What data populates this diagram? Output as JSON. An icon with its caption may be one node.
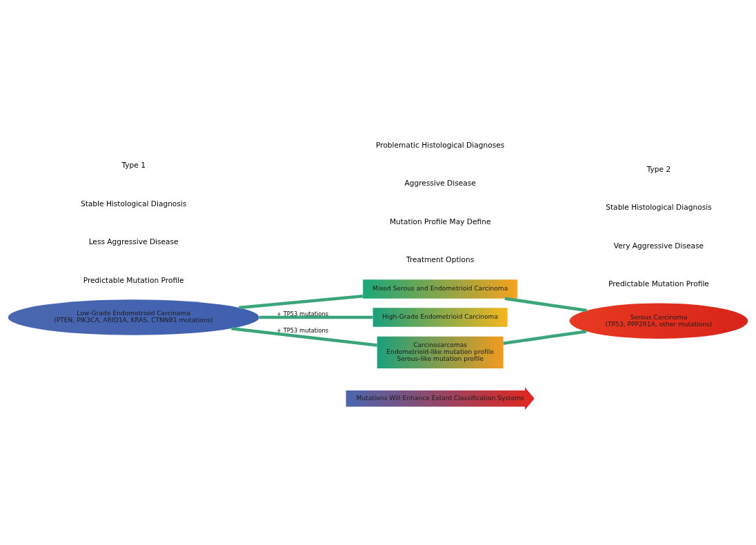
{
  "diagram": {
    "nodes": [
      {
        "text": [
          "Low-Grade Endometrioid Carcinoma",
          "(PTEN, PIK3CA, ARID1A, KRAS, CTNNB1 mutations)"
        ]
      },
      {
        "text": [
          "Mixed Serous and Endometrioid Carcinoma"
        ]
      },
      {
        "text": [
          "High-Grade Endometrioid Carcinoma"
        ]
      },
      {
        "text": [
          "Carcinosarcomas",
          "Endometrioid-like mutation profile",
          "Serous-like mutation profile"
        ]
      },
      {
        "text": [
          "Serous Carcinoma",
          "(TP53, PPP2R1A, other mutations)"
        ]
      },
      {
        "text": [
          "Mutations Will Enhance Extant Classification Systems"
        ]
      }
    ],
    "edges": [
      {
        "from": 0,
        "to": 1,
        "arrow": "none"
      },
      {
        "from": 1,
        "to": 4,
        "arrow": "none"
      },
      {
        "from": 0,
        "to": 2,
        "arrow": "none",
        "label": "+ TP53 mutations"
      },
      {
        "from": 0,
        "to": 3,
        "arrow": "none",
        "label": "+ TP53 mutations"
      },
      {
        "from": 3,
        "to": 4,
        "arrow": "none"
      }
    ],
    "labels": [
      "Type 1",
      "Stable Histological Diagnosis",
      "Less Aggressive Disease",
      "Predictable Mutation Profile",
      "Problematic Histological Diagnoses",
      "Aggressive Disease",
      "Mutation Profile May Define",
      "Treatment Options",
      "Type 2",
      "Stable Histological Diagnosis",
      "Very Aggressive Disease",
      "Predictable Mutation Profile"
    ]
  }
}
